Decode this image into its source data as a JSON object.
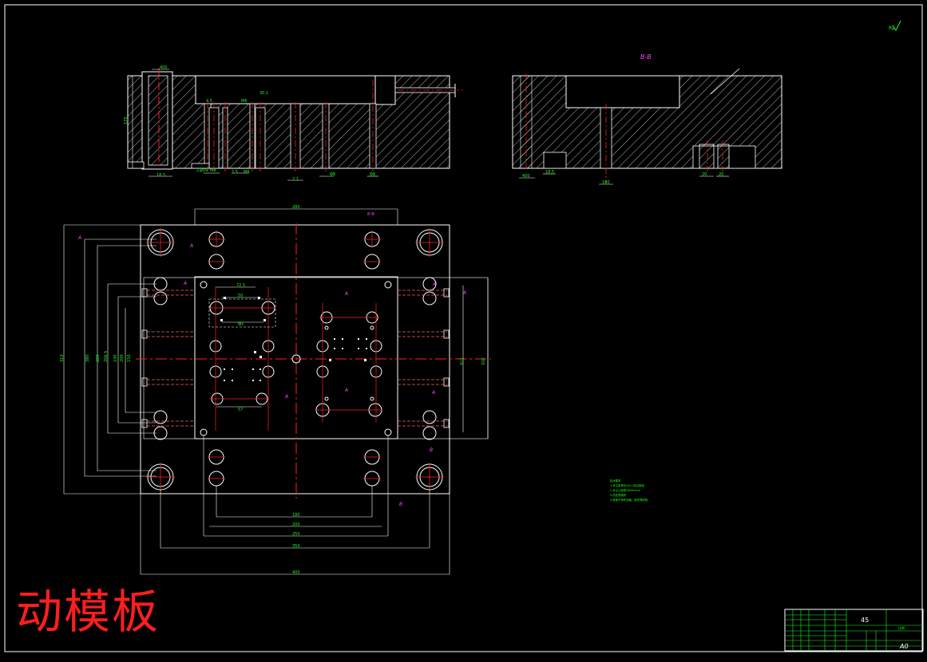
{
  "drawing": {
    "title": "动模板",
    "section_label": "B-B",
    "roughness_note": "Ra",
    "notes": {
      "heading": "技术要求",
      "lines": [
        "1.未注倒角均为C1,锐边倒钝",
        "2.未注公差按GB1804-m",
        "3.热处理调质",
        "4.表面不得有划痕、碰伤等缺陷"
      ]
    }
  },
  "dimensions": {
    "top_section": [
      "400",
      "175",
      "18.5",
      "30.1",
      "200",
      "M8",
      "4.5",
      "2.5",
      "M6",
      "7.1",
      "Φ8",
      "Φ8",
      "M6",
      "23"
    ],
    "bb_section": [
      "400",
      "18.5",
      "180",
      "20",
      "20"
    ],
    "plan_top": [
      "280",
      "8-Φ"
    ],
    "plan_left": [
      "310",
      "380",
      "280",
      "266.5",
      "230",
      "200",
      "150"
    ],
    "plan_right": [
      "350",
      "170"
    ],
    "plan_bottom": [
      "180",
      "200",
      "250",
      "350",
      "400"
    ],
    "plan_inner": [
      "50",
      "57",
      "72.5",
      "Ф5",
      "A",
      "A"
    ],
    "plan_section_marks": [
      "A",
      "A",
      "A",
      "B",
      "A",
      "A",
      "A",
      "A",
      "A",
      "A",
      "B"
    ]
  },
  "title_block": {
    "material": "45",
    "scale": "A0",
    "company": "比例"
  },
  "colors": {
    "line": "#ffffff",
    "center": "#ff2020",
    "dim": "#ff44ff",
    "cad_green": "#18ff18",
    "title": "#ff1e1e",
    "hidden": "#ff6060"
  }
}
